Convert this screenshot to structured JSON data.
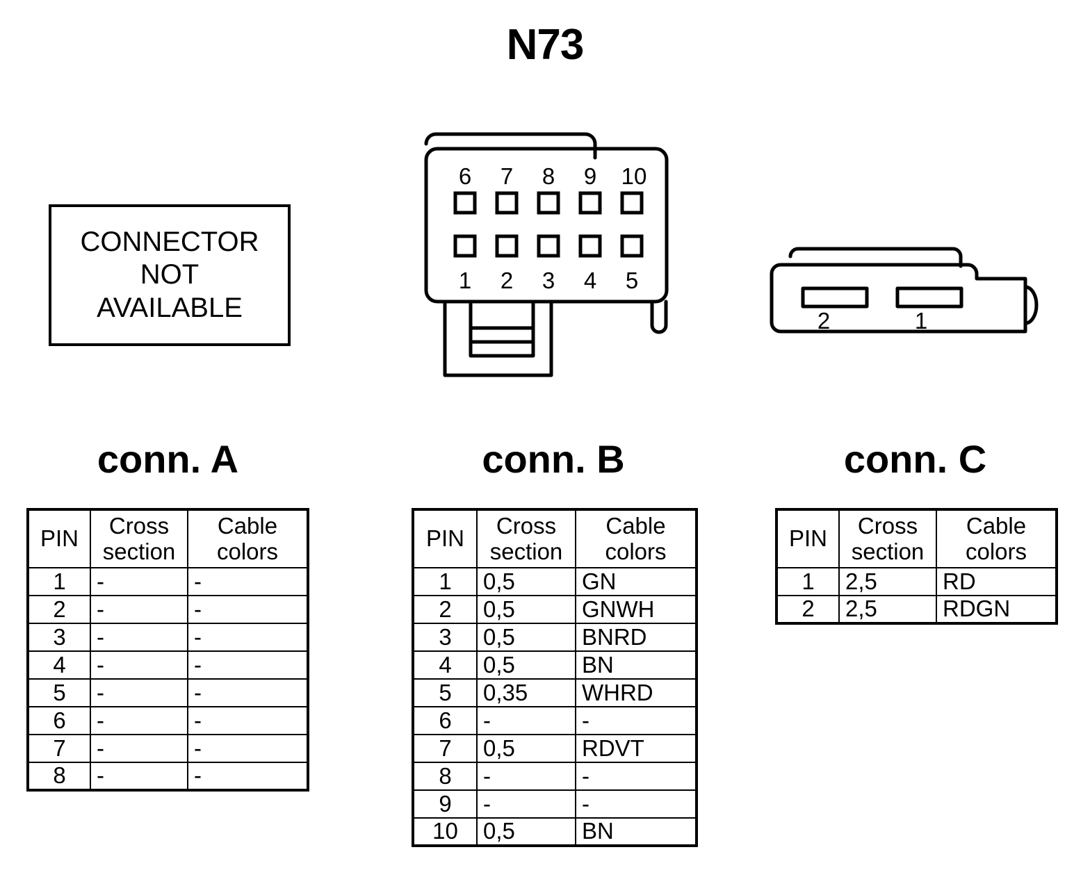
{
  "title": "N73",
  "connector_a_placeholder": {
    "lines": [
      "CONNECTOR",
      "NOT",
      "AVAILABLE"
    ]
  },
  "connector_b_drawing": {
    "name": "connector-b",
    "top_row_pins": [
      "6",
      "7",
      "8",
      "9",
      "10"
    ],
    "bottom_row_pins": [
      "1",
      "2",
      "3",
      "4",
      "5"
    ]
  },
  "connector_c_drawing": {
    "name": "connector-c",
    "slot_labels": [
      "2",
      "1"
    ]
  },
  "headings": {
    "conn_a": "conn. A",
    "conn_b": "conn. B",
    "conn_c": "conn. C"
  },
  "table_headers": {
    "pin": "PIN",
    "cross_section_line1": "Cross",
    "cross_section_line2": "section",
    "cable_colors_line1": "Cable",
    "cable_colors_line2": "colors"
  },
  "tables": {
    "conn_a": {
      "columns": [
        "PIN",
        "Cross section",
        "Cable colors"
      ],
      "rows": [
        {
          "pin": "1",
          "cross_section": "-",
          "cable_colors": "-"
        },
        {
          "pin": "2",
          "cross_section": "-",
          "cable_colors": "-"
        },
        {
          "pin": "3",
          "cross_section": "-",
          "cable_colors": "-"
        },
        {
          "pin": "4",
          "cross_section": "-",
          "cable_colors": "-"
        },
        {
          "pin": "5",
          "cross_section": "-",
          "cable_colors": "-"
        },
        {
          "pin": "6",
          "cross_section": "-",
          "cable_colors": "-"
        },
        {
          "pin": "7",
          "cross_section": "-",
          "cable_colors": "-"
        },
        {
          "pin": "8",
          "cross_section": "-",
          "cable_colors": "-"
        }
      ]
    },
    "conn_b": {
      "columns": [
        "PIN",
        "Cross section",
        "Cable colors"
      ],
      "rows": [
        {
          "pin": "1",
          "cross_section": "0,5",
          "cable_colors": "GN"
        },
        {
          "pin": "2",
          "cross_section": "0,5",
          "cable_colors": "GNWH"
        },
        {
          "pin": "3",
          "cross_section": "0,5",
          "cable_colors": "BNRD"
        },
        {
          "pin": "4",
          "cross_section": "0,5",
          "cable_colors": "BN"
        },
        {
          "pin": "5",
          "cross_section": "0,35",
          "cable_colors": "WHRD"
        },
        {
          "pin": "6",
          "cross_section": "-",
          "cable_colors": "-"
        },
        {
          "pin": "7",
          "cross_section": "0,5",
          "cable_colors": "RDVT"
        },
        {
          "pin": "8",
          "cross_section": "-",
          "cable_colors": "-"
        },
        {
          "pin": "9",
          "cross_section": "-",
          "cable_colors": "-"
        },
        {
          "pin": "10",
          "cross_section": "0,5",
          "cable_colors": "BN"
        }
      ]
    },
    "conn_c": {
      "columns": [
        "PIN",
        "Cross section",
        "Cable colors"
      ],
      "rows": [
        {
          "pin": "1",
          "cross_section": "2,5",
          "cable_colors": "RD"
        },
        {
          "pin": "2",
          "cross_section": "2,5",
          "cable_colors": "RDGN"
        }
      ]
    }
  },
  "colors": {
    "ink": "#000000",
    "paper": "#ffffff"
  }
}
